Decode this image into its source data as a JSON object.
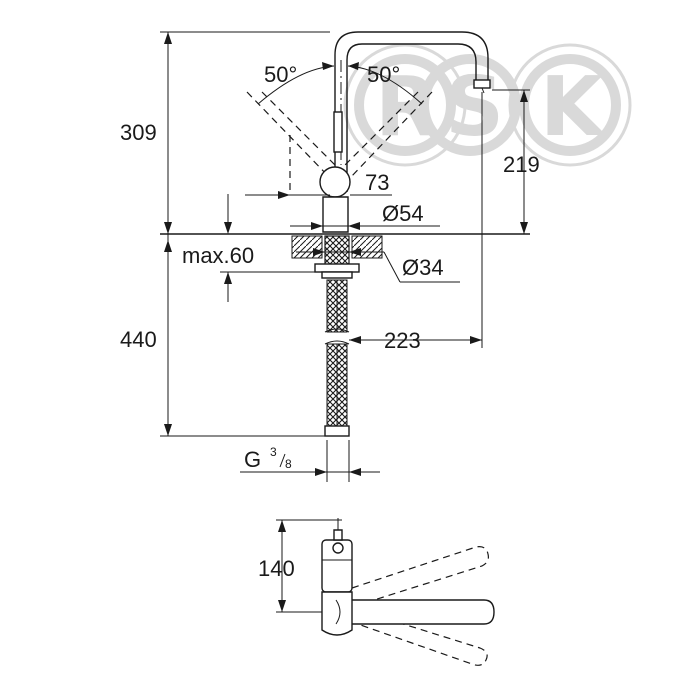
{
  "watermark": {
    "letters": [
      "R",
      "S",
      "K"
    ]
  },
  "side_view": {
    "dimensions": {
      "total_height": "309",
      "spout_height": "219",
      "swivel_left": "50°",
      "swivel_right": "50°",
      "handle_height": "73",
      "base_diameter": "Ø54",
      "hole_diameter": "Ø34",
      "max_deck_thickness": "max.60",
      "hose_length": "440",
      "reach": "223",
      "connection_thread": "G",
      "connection_num": "3",
      "connection_den": "8"
    }
  },
  "top_view": {
    "dimensions": {
      "depth": "140"
    }
  }
}
